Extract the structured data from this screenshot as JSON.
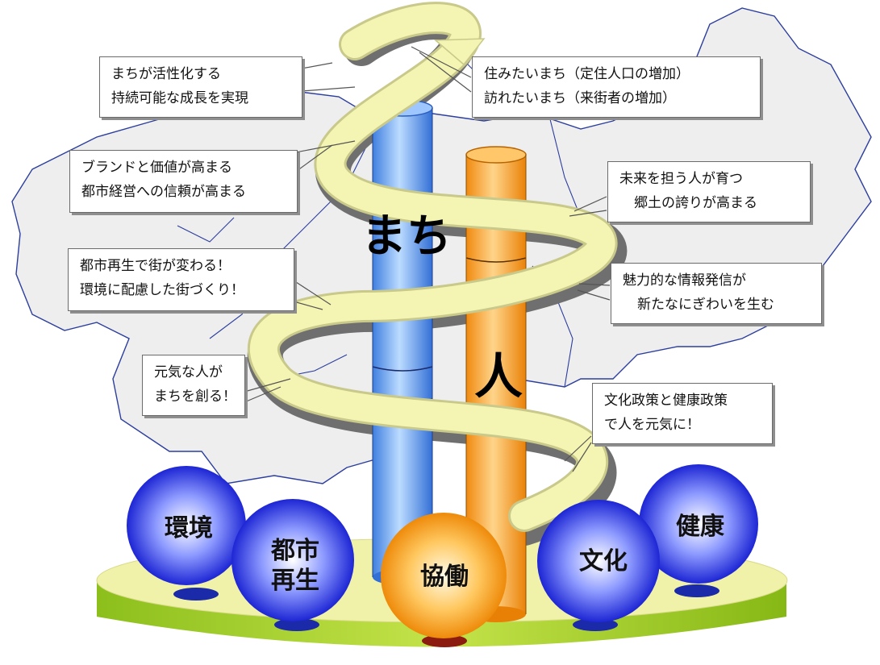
{
  "pillars": {
    "machi": "まち",
    "hito": "人"
  },
  "callouts": {
    "c1": [
      "まちが活性化する",
      "持続可能な成長を実現"
    ],
    "c2": [
      "住みたいまち（定住人口の増加）",
      "訪れたいまち（来街者の増加）"
    ],
    "c3": [
      "ブランドと価値が高まる",
      "都市経営への信頼が高まる"
    ],
    "c4": [
      "未来を担う人が育つ",
      "郷土の誇りが高まる"
    ],
    "c5": [
      "都市再生で街が変わる！",
      "環境に配慮した街づくり！"
    ],
    "c6": [
      "魅力的な情報発信が",
      "新たなにぎわいを生む"
    ],
    "c7": [
      "元気な人が",
      "まちを創る！"
    ],
    "c8": [
      "文化政策と健康政策",
      "で人を元気に！"
    ]
  },
  "spheres": {
    "kankyo": "環境",
    "toshi_l1": "都市",
    "toshi_l2": "再生",
    "kyodo": "協働",
    "bunka": "文化",
    "kenko": "健康"
  },
  "colors": {
    "map_fill": "#eeeeee",
    "map_stroke": "#2c3e9e",
    "ribbon": "#f4f5b2",
    "ribbon_edge": "#c8c98a",
    "ribbon_shadow": "#6f6f6f",
    "blue_pillar": "#6aa7ef",
    "orange_pillar": "#f7a938",
    "platform_top": "#f1f2a9",
    "platform_side": "#9ec82e",
    "blue_sphere": "#2233dd",
    "orange_sphere": "#f29a18"
  }
}
